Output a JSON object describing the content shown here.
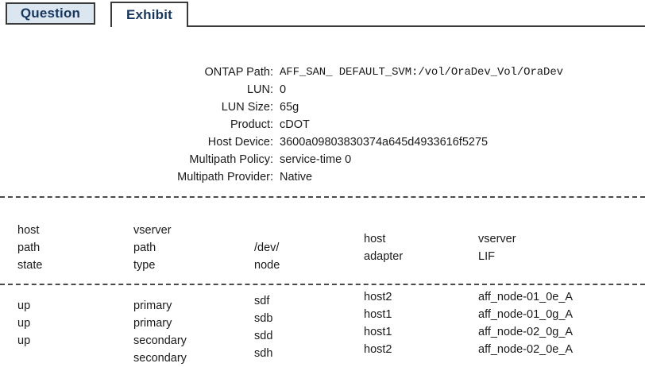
{
  "tabs": [
    {
      "label": "Question",
      "active": false
    },
    {
      "label": "Exhibit",
      "active": true
    }
  ],
  "colors": {
    "tab_inactive_bg": "#dce6f1",
    "tab_active_bg": "#ffffff",
    "tab_border": "#3a3a3a",
    "tab_text": "#17365d",
    "body_text": "#1a1a1a",
    "rule": "#4a4a4a"
  },
  "details": [
    {
      "label": "ONTAP Path:",
      "value": "AFF_SAN_ DEFAULT_SVM:/vol/OraDev_Vol/OraDev",
      "mono": true
    },
    {
      "label": "LUN:",
      "value": "0",
      "mono": false
    },
    {
      "label": "LUN Size:",
      "value": "65g",
      "mono": false
    },
    {
      "label": "Product:",
      "value": "cDOT",
      "mono": false
    },
    {
      "label": "Host Device:",
      "value": "3600a09803830374a645d4933616f5275",
      "mono": false
    },
    {
      "label": "Multipath Policy:",
      "value": "service-time 0",
      "mono": false
    },
    {
      "label": "Multipath Provider:",
      "value": "Native",
      "mono": false
    }
  ],
  "table": {
    "headers": [
      {
        "key": "host_path_state",
        "lines": [
          "host",
          "path",
          "state"
        ]
      },
      {
        "key": "vserver_path_type",
        "lines": [
          "vserver",
          "path",
          "type"
        ]
      },
      {
        "key": "dev_node",
        "lines": [
          "/dev/",
          "node"
        ]
      },
      {
        "key": "host_adapter",
        "lines": [
          "host",
          "adapter"
        ]
      },
      {
        "key": "vserver_lif",
        "lines": [
          "vserver",
          "LIF"
        ]
      }
    ],
    "columns": {
      "host_path_state": [
        "up",
        "up",
        "up"
      ],
      "vserver_path_type": [
        "primary",
        "primary",
        "secondary",
        "secondary"
      ],
      "dev_node": [
        "sdf",
        "sdb",
        "sdd",
        "sdh"
      ],
      "host_adapter": [
        "host2",
        "host1",
        "host1",
        "host2"
      ],
      "vserver_lif": [
        "aff_node-01_0e_A",
        "aff_node-01_0g_A",
        "aff_node-02_0g_A",
        "aff_node-02_0e_A"
      ]
    }
  }
}
